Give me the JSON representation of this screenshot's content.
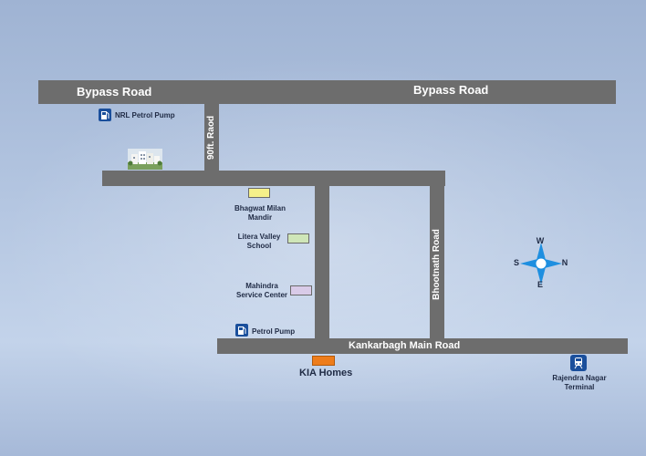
{
  "roads": {
    "bypass_left": "Bypass Road",
    "bypass_right": "Bypass Road",
    "ninety_ft": "90ft. Raod",
    "bhootnath": "Bhootnath Road",
    "kankarbagh": "Kankarbagh Main Road"
  },
  "places": {
    "nrl_petrol_pump": "NRL Petrol Pump",
    "bhagwat_milan_line1": "Bhagwat Milan",
    "bhagwat_milan_line2": "Mandir",
    "litera_valley_line1": "Litera Valley",
    "litera_valley_line2": "School",
    "mahindra_line1": "Mahindra",
    "mahindra_line2": "Service Center",
    "petrol_pump": "Petrol Pump",
    "kia_homes": "KIA Homes",
    "rajendra_nagar_line1": "Rajendra Nagar",
    "rajendra_nagar_line2": "Terminal"
  },
  "compass": {
    "north": "W",
    "south": "E",
    "west": "S",
    "east": "N"
  },
  "colors": {
    "road": "#6d6d6d",
    "kia_homes_marker": "#ee7d1c",
    "bhagwat_milan_marker": "#f5f08a",
    "litera_valley_marker": "#cfe6b8",
    "mahindra_marker": "#d9cbe8",
    "icon_blue": "#1a4f9c",
    "compass_blue": "#1e8fe0"
  },
  "icons": {
    "nrl_pump": "fuel-pump-icon",
    "petrol_pump": "fuel-pump-icon",
    "station": "train-icon",
    "compass": "compass-rose-icon",
    "building": "building-photo-icon"
  }
}
